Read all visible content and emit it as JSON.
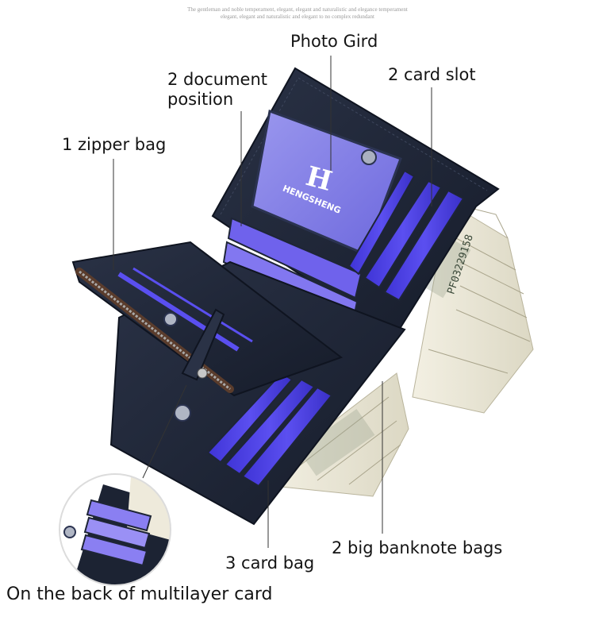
{
  "tagline": {
    "line1": "The gentleman and noble temperament, elegant, elegant and naturalistic and elegance temperament",
    "line2": "elegant, elegant and naturalistic and elegant to no complex redundant"
  },
  "labels": {
    "photo_grid": "Photo Gird",
    "document_position_1": "2 document",
    "document_position_2": "position",
    "card_slot": "2 card slot",
    "zipper_bag": "1 zipper bag",
    "card_bag": "3 card bag",
    "banknote_bags": "2 big banknote bags",
    "back_multilayer": "On the back of multilayer card"
  },
  "brand": {
    "logo_letter": "H",
    "logo_name": "HENGSHENG",
    "serial_number": "PF03229158"
  },
  "colors": {
    "leather": "#1c2333",
    "leather_edge": "#0f1420",
    "card_blue": "#4a3fe0",
    "card_blue_light": "#7a6cf2",
    "photo_window": "#8c88e8",
    "banknote": "#eeeadb",
    "banknote_ink": "#6f7a66"
  }
}
